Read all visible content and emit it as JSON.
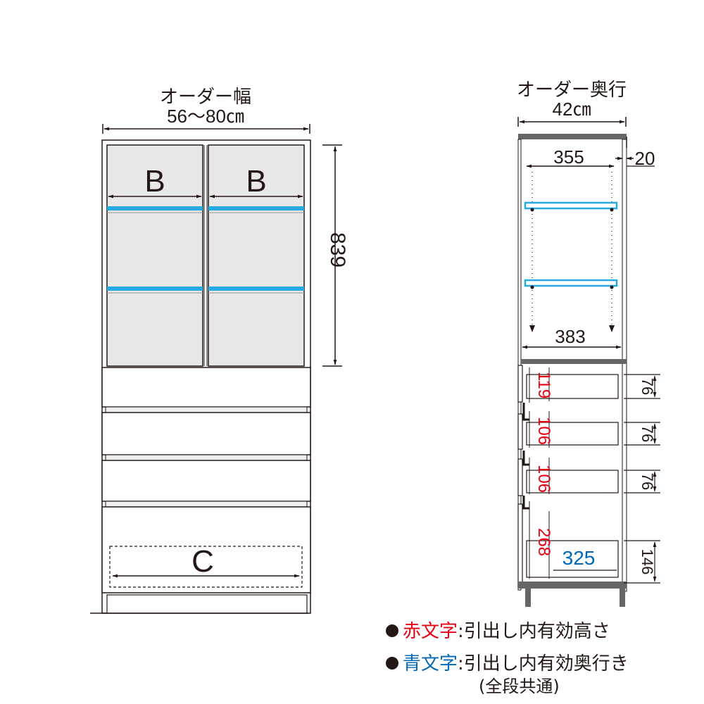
{
  "front_view": {
    "width_title": "オーダー幅",
    "width_range": "56～80㎝",
    "height_dim": "839",
    "shelf_label_left": "B",
    "shelf_label_right": "B",
    "drawer_label": "C"
  },
  "side_view": {
    "depth_title": "オーダー奥行",
    "depth_value": "42㎝",
    "inner_depth_top": "355",
    "back_offset": "20",
    "inner_depth_bottom": "383",
    "drawer_heights_red": [
      "119",
      "106",
      "106",
      "268"
    ],
    "drawer_front_heights": [
      "76",
      "76",
      "76",
      "146"
    ],
    "drawer_depth_blue": "325"
  },
  "legend": {
    "red_key": "赤文字",
    "red_desc": ":引出し内有効高さ",
    "blue_key": "青文字",
    "blue_desc": ":引出し内有効奥行き",
    "note": "(全段共通)"
  },
  "colors": {
    "ink": "#231815",
    "red": "#e60012",
    "blue": "#0068b7",
    "shelf_blue": "#27a9e1",
    "glass": "#e8e8e8",
    "panel": "#666666"
  }
}
